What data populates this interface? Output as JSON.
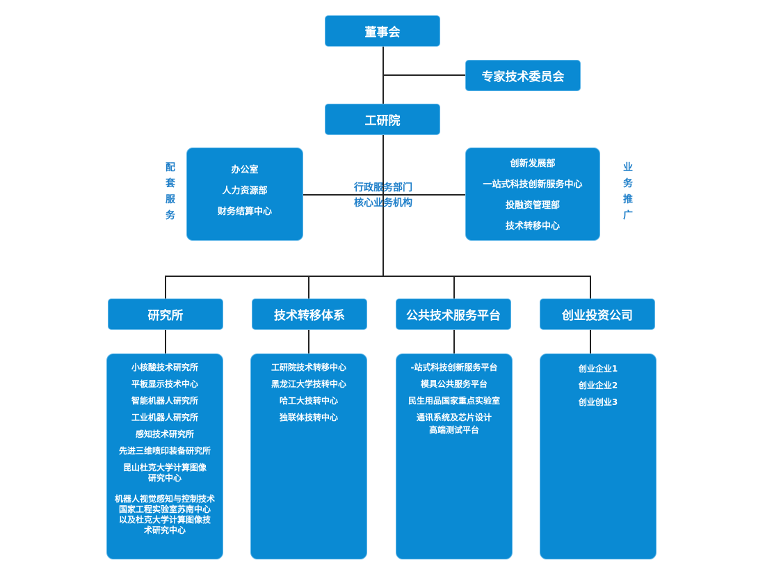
{
  "top": {
    "board": "董事会",
    "expert_committee": "专家技术委员会",
    "institute": "工研院"
  },
  "left_group": {
    "label_chars": [
      "配",
      "套",
      "服",
      "务"
    ],
    "items": [
      "办公室",
      "人力资源部",
      "财务结算中心"
    ]
  },
  "right_group": {
    "label_chars": [
      "业",
      "务",
      "推",
      "广"
    ],
    "items": [
      "创新发展部",
      "一站式科技创新服务中心",
      "投融资管理部",
      "技术转移中心"
    ]
  },
  "center_labels": {
    "line1": "行政服务部门",
    "line2": "核心业务机构"
  },
  "columns": [
    {
      "title": "研究所",
      "items": [
        "小核酸技术研究所",
        "平板显示技术中心",
        "智能机器人研究所",
        "工业机器人研究所",
        "感知技术研究所",
        "先进三维喷印装备研究所",
        "昆山杜克大学计算图像",
        "研究中心",
        "机器人视觉感知与控制技术",
        "国家工程实验室苏南中心",
        "以及杜克大学计算图像技",
        "术研究中心"
      ]
    },
    {
      "title": "技术转移体系",
      "items": [
        "工研院技术转移中心",
        "黑龙江大学技转中心",
        "哈工大技转中心",
        "独联体技转中心"
      ]
    },
    {
      "title": "公共技术服务平台",
      "items": [
        "-站式科技创新服务平台",
        "模具公共服务平台",
        "民生用品国家重点实验室",
        "通讯系统及芯片设计",
        "高端测试平台"
      ]
    },
    {
      "title": "创业投资公司",
      "items": [
        "创业企业1",
        "创业企业2",
        "创业创业3"
      ]
    }
  ]
}
